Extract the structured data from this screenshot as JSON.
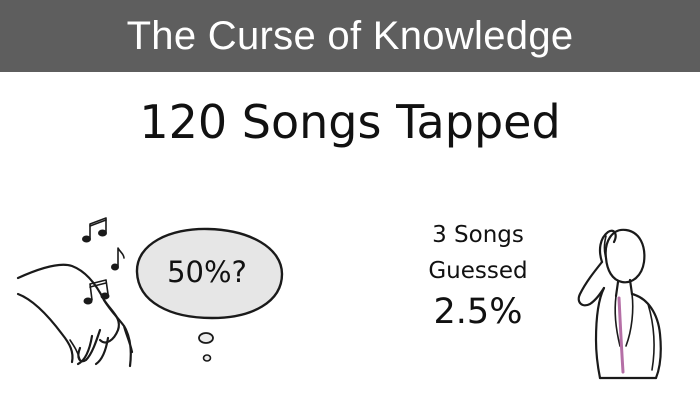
{
  "slide": {
    "title": "The Curse of Knowledge",
    "headline": "120 Songs Tapped"
  },
  "tapper": {
    "bubble_text": "50%?"
  },
  "listener": {
    "result_line1": "3 Songs",
    "result_line2": "Guessed",
    "result_percent": "2.5%"
  },
  "icons": {
    "hand": "tapping-hand-icon",
    "notes": "music-note-icon",
    "bubble": "thought-bubble-icon",
    "person": "confused-person-icon"
  },
  "colors": {
    "title_bar": "#5e5e5e",
    "title_text": "#ffffff",
    "accent_shirt": "#b56fa6",
    "bubble_fill": "#e6e6e6"
  }
}
